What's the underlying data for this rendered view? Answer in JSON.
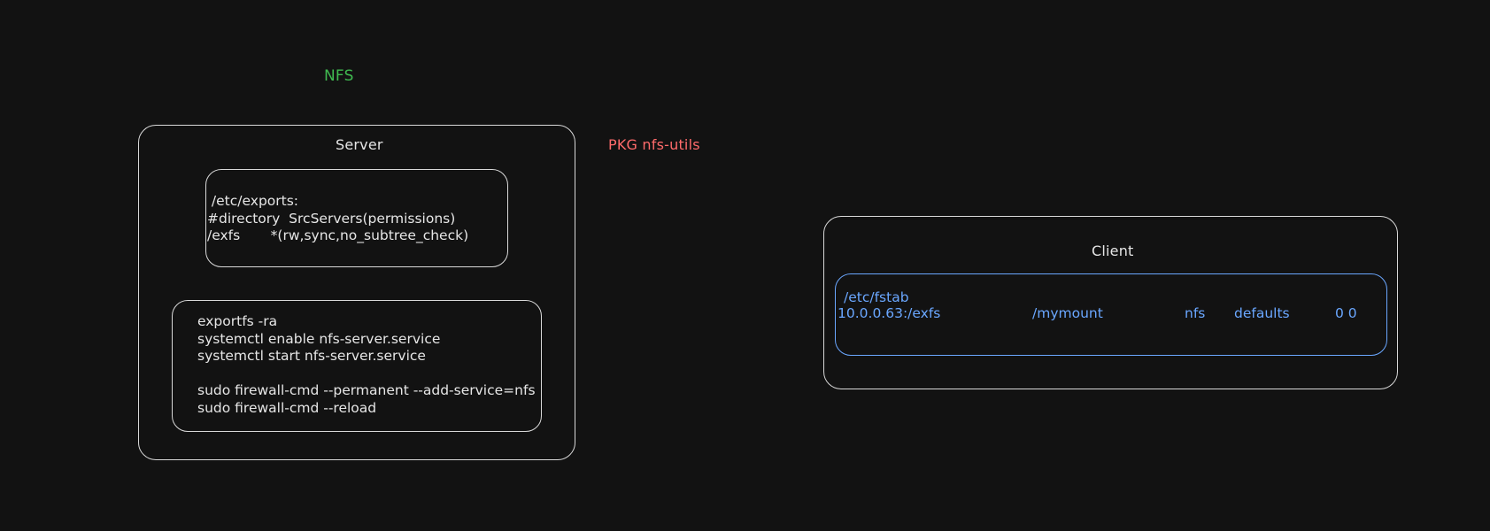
{
  "title": "NFS",
  "package_label": "PKG nfs-utils",
  "server": {
    "label": "Server",
    "exports_box": {
      "lines": [
        " /etc/exports:",
        "#directory  SrcServers(permissions)",
        "/exfs       *(rw,sync,no_subtree_check)"
      ]
    },
    "commands_box": {
      "lines": [
        "exportfs -ra",
        "systemctl enable nfs-server.service",
        "systemctl start nfs-server.service",
        "",
        "sudo firewall-cmd --permanent --add-service=nfs",
        "sudo firewall-cmd --reload"
      ]
    }
  },
  "client": {
    "label": "Client",
    "fstab_box": {
      "header": "/etc/fstab",
      "row": {
        "device": "10.0.0.63:/exfs",
        "mountpoint": "/mymount",
        "fstype": "nfs",
        "options": "defaults",
        "dump_pass": "0 0"
      }
    }
  },
  "colors": {
    "background": "#121212",
    "stroke": "#d9d9d9",
    "title_green": "#3fb950",
    "pkg_red": "#ff6b6b",
    "client_blue": "#6aa7ff"
  }
}
